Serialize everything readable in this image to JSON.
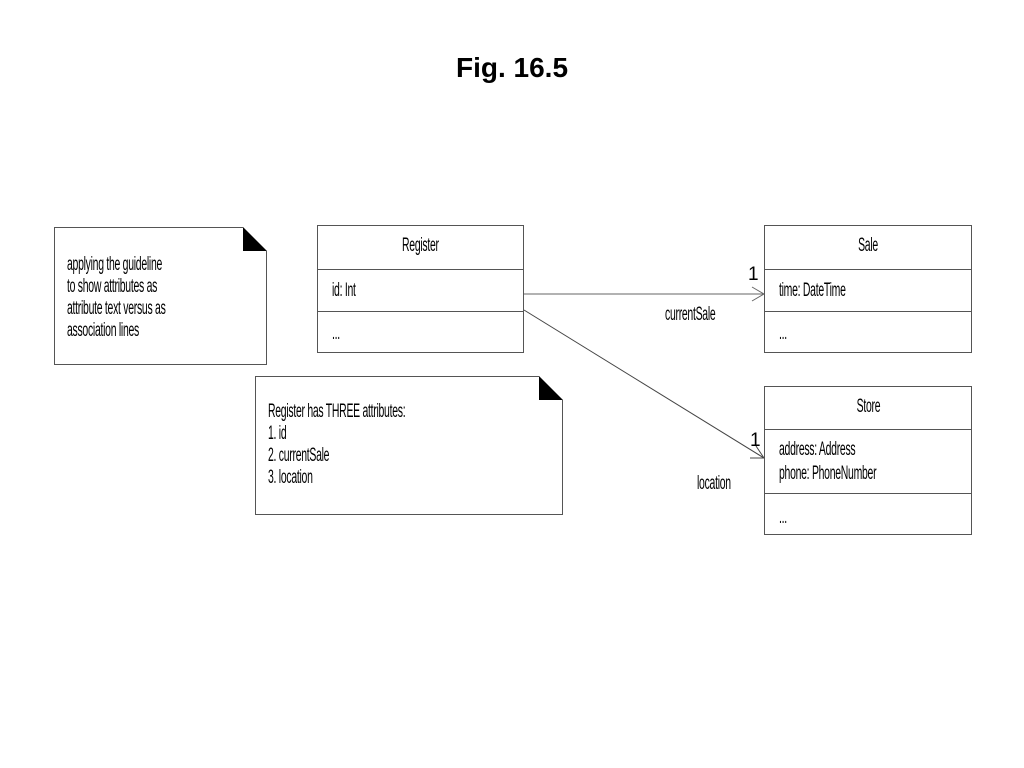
{
  "title": "Fig. 16.5",
  "classes": {
    "register": {
      "name": "Register",
      "attributes": [
        "id: Int"
      ],
      "operations": "..."
    },
    "sale": {
      "name": "Sale",
      "attributes": [
        "time: DateTime"
      ],
      "operations": "..."
    },
    "store": {
      "name": "Store",
      "attributes": [
        "address: Address",
        "phone: PhoneNumber"
      ],
      "operations": "..."
    }
  },
  "notes": {
    "guideline": [
      "applying the guideline",
      "to show attributes as",
      "attribute text versus as",
      "association lines"
    ],
    "register_attrs": [
      "Register has THREE attributes:",
      "1. id",
      "2. currentSale",
      "3. location"
    ]
  },
  "associations": {
    "current_sale": {
      "multiplicity": "1",
      "role": "currentSale"
    },
    "location": {
      "multiplicity": "1",
      "role": "location"
    }
  }
}
